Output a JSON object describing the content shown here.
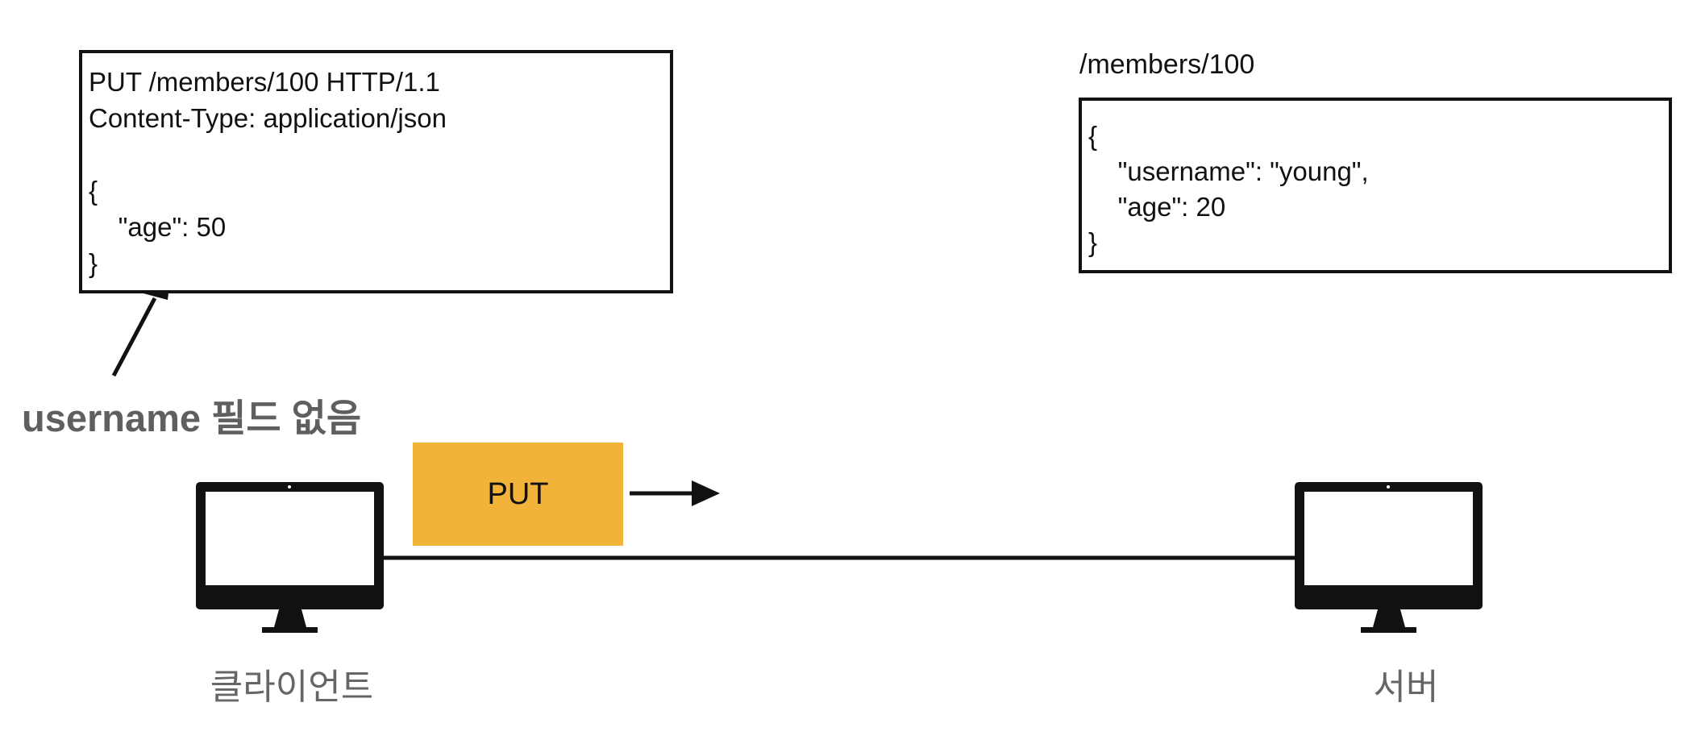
{
  "request": {
    "lines": [
      "PUT /members/100 HTTP/1.1",
      "Content-Type: application/json",
      "",
      "{",
      "    \"age\": 50",
      "}"
    ]
  },
  "resource": {
    "path": "/members/100",
    "lines": [
      "{",
      "    \"username\": \"young\",",
      "    \"age\": 20",
      "}"
    ]
  },
  "annotation": {
    "text": "username 필드 없음"
  },
  "method_block": {
    "label": "PUT",
    "color": "#f1b33a"
  },
  "client": {
    "label": "클라이언트",
    "icon": "monitor-icon"
  },
  "server": {
    "label": "서버",
    "icon": "monitor-icon"
  }
}
